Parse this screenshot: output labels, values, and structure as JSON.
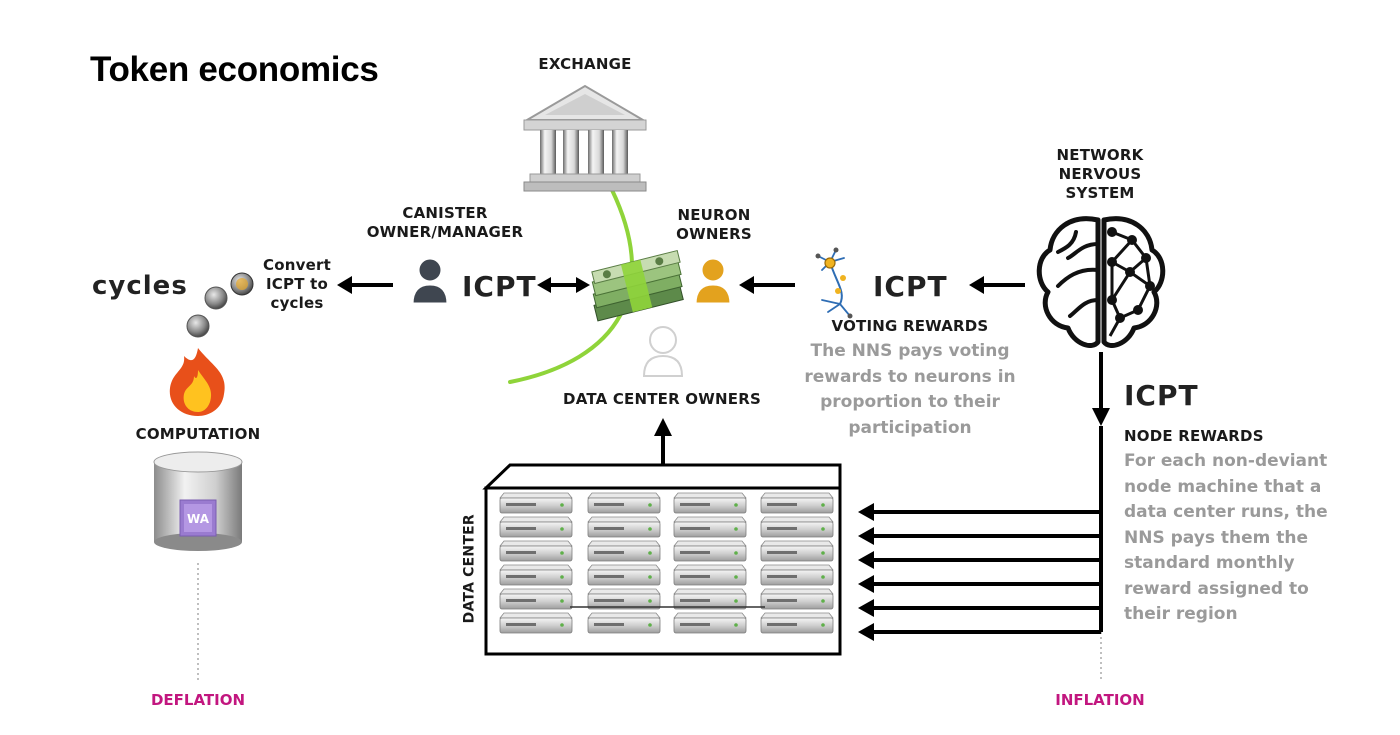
{
  "title": "Token economics",
  "labels": {
    "exchange": "EXCHANGE",
    "canister_owner_line1": "CANISTER",
    "canister_owner_line2": "OWNER/MANAGER",
    "neuron_owners_line1": "NEURON",
    "neuron_owners_line2": "OWNERS",
    "nns_line1": "NETWORK",
    "nns_line2": "NERVOUS",
    "nns_line3": "SYSTEM",
    "cycles": "cycles",
    "convert_line1": "Convert",
    "convert_line2": "ICPT to",
    "convert_line3": "cycles",
    "icpt_canister": "ICPT",
    "icpt_voting": "ICPT",
    "icpt_node": "ICPT",
    "voting_rewards": "VOTING REWARDS",
    "voting_desc_line1": "The NNS pays voting",
    "voting_desc_line2": "rewards to neurons in",
    "voting_desc_line3": "proportion to their",
    "voting_desc_line4": "participation",
    "node_rewards": "NODE REWARDS",
    "node_desc_line1": "For each non-deviant",
    "node_desc_line2": "node machine that a",
    "node_desc_line3": "data center runs, the",
    "node_desc_line4": "NNS pays them the",
    "node_desc_line5": "standard monthly",
    "node_desc_line6": "reward assigned to",
    "node_desc_line7": "their region",
    "data_center_owners": "DATA CENTER OWNERS",
    "computation": "COMPUTATION",
    "data_center": "DATA CENTER",
    "wasm_badge": "WA",
    "deflation": "DEFLATION",
    "inflation": "INFLATION"
  },
  "colors": {
    "arrow": "#000000",
    "green_curve": "#8fd43a",
    "pink": "#c2167f",
    "grey_text": "#9a9a9a",
    "neuron_owner": "#e3a21e",
    "canister_owner": "#3f4650",
    "flame_outer": "#e8501a",
    "flame_inner": "#ffc21f"
  },
  "icons": [
    "exchange-building-icon",
    "canister-owner-icon",
    "neuron-owner-icon",
    "data-center-owner-icon",
    "money-stack-icon",
    "neuron-cell-icon",
    "brain-icon",
    "coin-icon",
    "flame-icon",
    "wasm-canister-icon",
    "server-icon"
  ]
}
